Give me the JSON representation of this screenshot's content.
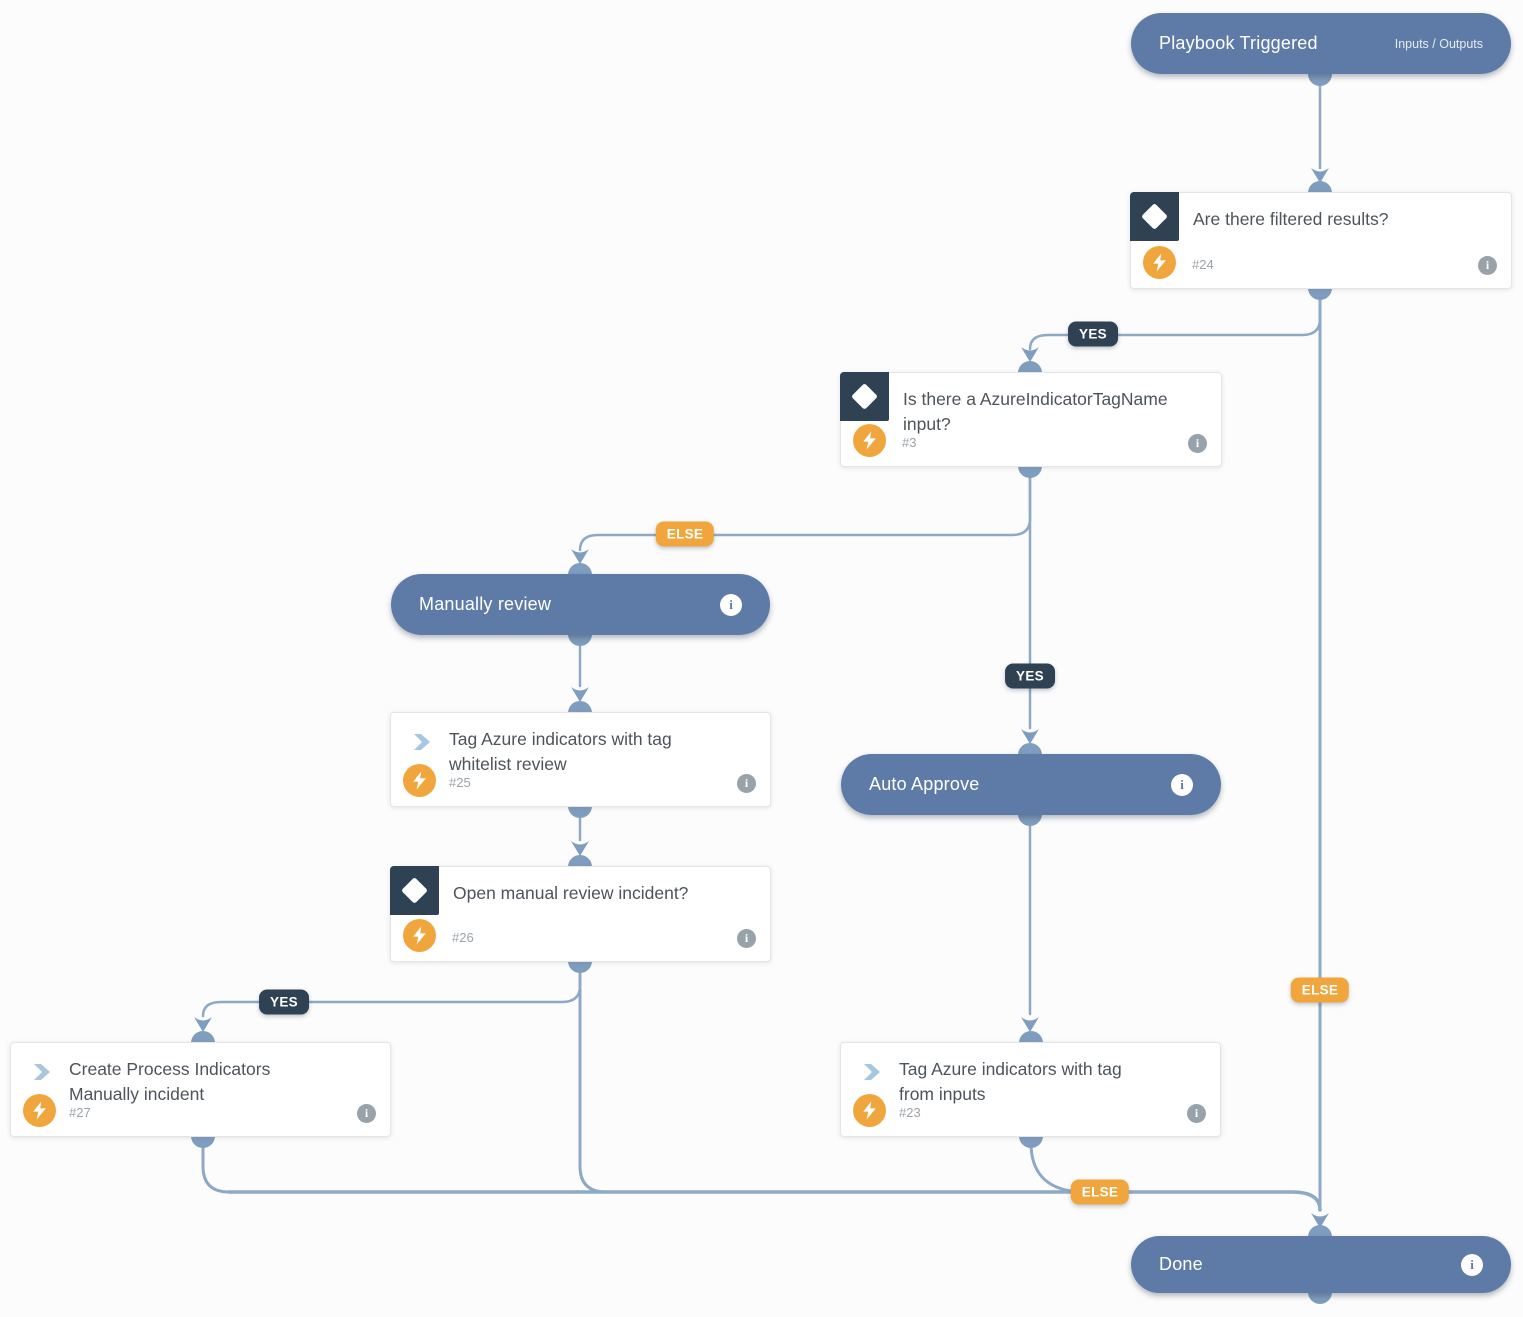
{
  "colors": {
    "section_pill_blue": "#5d7ba6",
    "condition_dark_navy": "#2e4254",
    "accent_orange": "#f0a63c",
    "edge_line": "#8da9c6",
    "edge_arrow": "#7f9dbe",
    "box_background": "#ffffff",
    "title_text": "#4e545b",
    "muted_text": "#9aa2aa"
  },
  "nodes": {
    "playbook_triggered": {
      "title": "Playbook Triggered",
      "link_label": "Inputs / Outputs"
    },
    "are_there_filtered_results": {
      "title": "Are there filtered results?",
      "number": "#24"
    },
    "is_there_azureindicatortagname_input": {
      "title": [
        "Is there a AzureIndicatorTagName",
        "input?"
      ],
      "number": "#3"
    },
    "manually_review": {
      "title": "Manually review"
    },
    "tag_azure_indicators_whitelist_review": {
      "title": [
        "Tag Azure indicators with tag",
        "whitelist review"
      ],
      "number": "#25"
    },
    "open_manual_review_incident": {
      "title": "Open manual review incident?",
      "number": "#26"
    },
    "create_process_indicators_manually_incident": {
      "title": [
        "Create Process Indicators",
        "Manually incident"
      ],
      "number": "#27"
    },
    "auto_approve": {
      "title": "Auto Approve"
    },
    "tag_azure_indicators_from_inputs": {
      "title": [
        "Tag Azure indicators with tag",
        "from inputs"
      ],
      "number": "#23"
    },
    "done": {
      "title": "Done"
    }
  },
  "edge_labels": {
    "filtered_results_yes": "YES",
    "filtered_results_else": "ELSE",
    "tagname_input_yes": "YES",
    "tagname_input_else": "ELSE",
    "manual_review_yes": "YES",
    "manual_review_else": "ELSE"
  }
}
